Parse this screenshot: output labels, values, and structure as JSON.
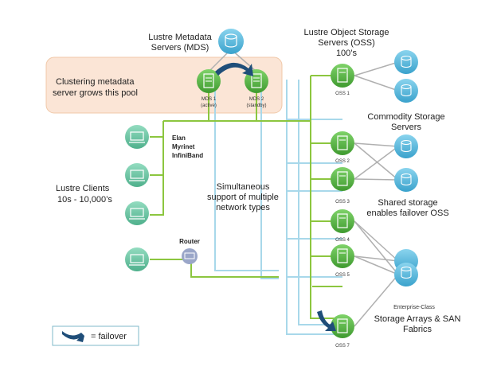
{
  "labels": {
    "mds_title_1": "Lustre Metadata",
    "mds_title_2": "Servers (MDS)",
    "oss_title_1": "Lustre Object Storage",
    "oss_title_2": "Servers (OSS)",
    "oss_title_3": "100’s",
    "cluster_1": "Clustering metadata",
    "cluster_2": "server   grows this pool",
    "mds1": "MDS 1",
    "mds1_state": "(active)",
    "mds2": "MDS 2",
    "mds2_state": "(standby)",
    "net1": "Elan",
    "net2": "Myrinet",
    "net3": "InfiniBand",
    "clients_1": "Lustre Clients",
    "clients_2": "10s - 10,000’s",
    "simul_1": "Simultaneous",
    "simul_2": "support of multiple",
    "simul_3": "network types",
    "commodity_1": "Commodity Storage",
    "commodity_2": "Servers",
    "shared_1": "Shared storage",
    "shared_2": "enables failover OSS",
    "router": "Router",
    "oss1": "OSS 1",
    "oss2": "OSS 2",
    "oss3": "OSS 3",
    "oss4": "OSS 4",
    "oss5": "OSS 5",
    "oss7": "OSS 7",
    "arrays_1": "Storage Arrays & SAN",
    "arrays_2": "Fabrics",
    "enterprise": "Enterprise-Class",
    "legend": "= failover"
  },
  "colors": {
    "green": "#5cb848",
    "teal": "#6cc6a5",
    "blue": "#58b8da",
    "line": "#8cc63f",
    "fabric": "#a8d8ea",
    "pool": "#fbe5d6",
    "arrow": "#1f4e79"
  }
}
